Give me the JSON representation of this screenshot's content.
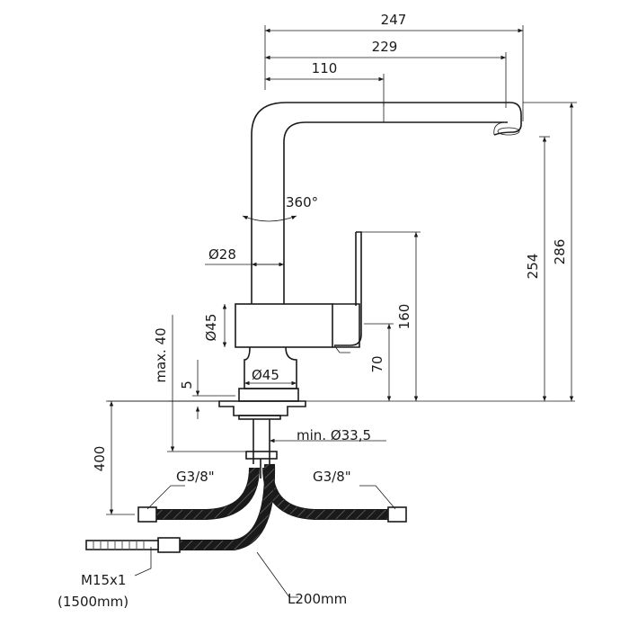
{
  "dimensions": {
    "width_total": "247",
    "width_spout": "229",
    "width_pullout": "110",
    "rotation": "360°",
    "spout_diameter": "Ø28",
    "body_diameter": "Ø45",
    "base_diameter": "Ø45",
    "max_thickness": "max. 40",
    "base_gap": "5",
    "hole_diameter": "min. Ø33,5",
    "hose_length": "400",
    "height_total": "286",
    "height_outlet": "254",
    "height_lever": "160",
    "height_body": "70",
    "connection_left": "G3/8\"",
    "connection_right": "G3/8\"",
    "pullout_thread": "M15x1",
    "pullout_hose_length": "(1500mm)",
    "supply_hose_length": "L200mm"
  }
}
